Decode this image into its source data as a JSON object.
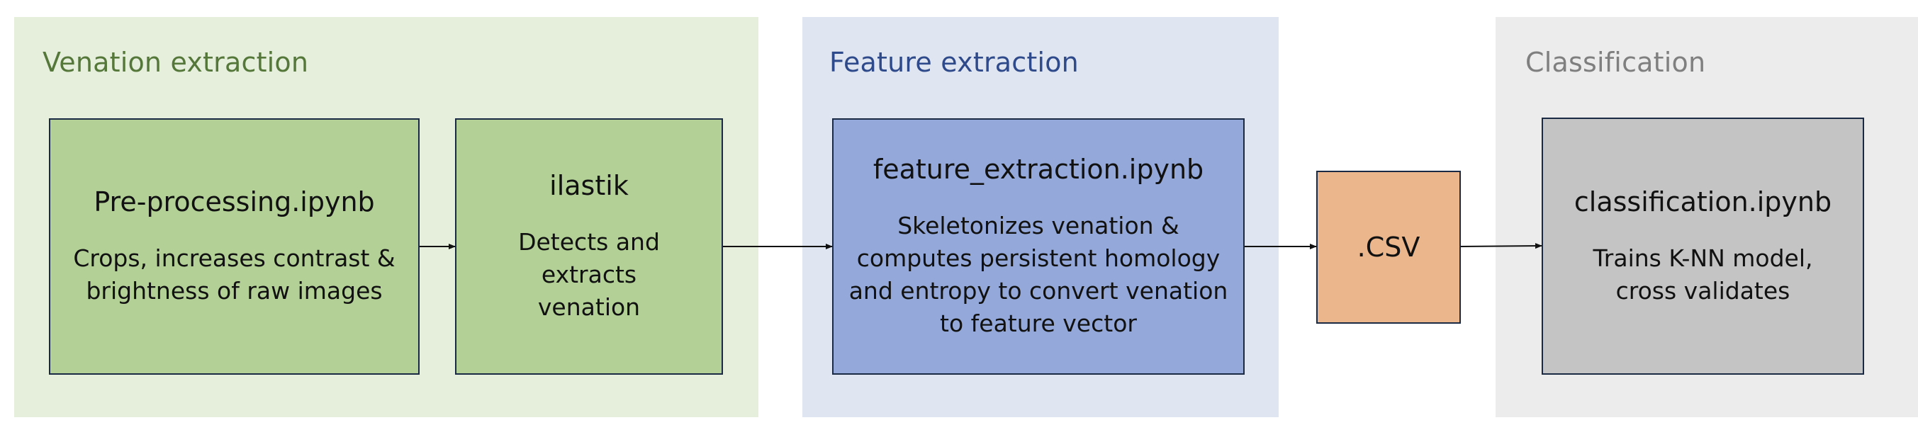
{
  "panels": {
    "venation": {
      "title": "Venation extraction",
      "bg": "#e5efdb",
      "title_color": "#55773a"
    },
    "feature": {
      "title": "Feature extraction",
      "bg": "#dfe5f1",
      "title_color": "#2f4a8a"
    },
    "classification": {
      "title": "Classification",
      "bg": "#ececec",
      "title_color": "#7f7f7f"
    }
  },
  "nodes": {
    "preprocessing": {
      "title": "Pre-processing.ipynb",
      "description": "Crops, increases contrast &\nbrightness of raw images",
      "fill": "#b3d197"
    },
    "ilastik": {
      "title": "ilastik",
      "description": "Detects and extracts\nvenation",
      "fill": "#b3d197"
    },
    "feature_extraction": {
      "title": "feature_extraction.ipynb",
      "description": "Skeletonizes venation &\ncomputes persistent homology\nand entropy to convert venation\nto feature vector",
      "fill": "#94a9da"
    },
    "csv": {
      "title": ".CSV",
      "fill": "#ebb68c"
    },
    "classification": {
      "title": "classification.ipynb",
      "description": "Trains K-NN model,\ncross validates",
      "fill": "#c4c4c4"
    }
  },
  "edges": [
    {
      "from": "preprocessing",
      "to": "ilastik"
    },
    {
      "from": "ilastik",
      "to": "feature_extraction"
    },
    {
      "from": "feature_extraction",
      "to": "csv"
    },
    {
      "from": "csv",
      "to": "classification"
    }
  ],
  "colors": {
    "border": "#1b2a44",
    "arrow": "#111111"
  }
}
